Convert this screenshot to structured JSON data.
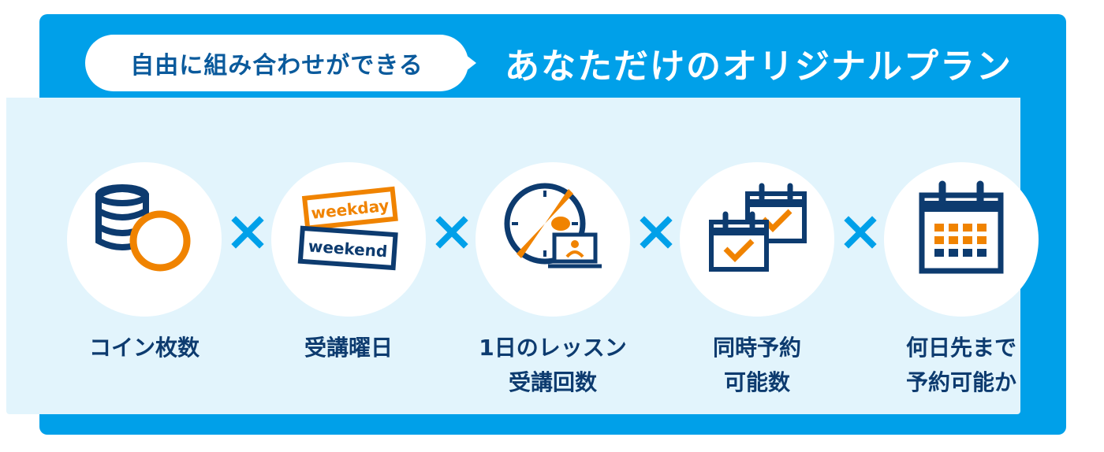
{
  "header": {
    "tag": "自由に組み合わせができる",
    "title": "あなただけのオリジナルプラン"
  },
  "colors": {
    "frame": "#00a0e9",
    "panel": "#e2f4fc",
    "navy": "#0d3b6f",
    "orange": "#f08300"
  },
  "items": [
    {
      "icon": "coins-icon",
      "lines": [
        "コイン枚数"
      ]
    },
    {
      "icon": "weekday-weekend-icon",
      "lines": [
        "受講曜日"
      ],
      "tickets": [
        "weekday",
        "weekend"
      ]
    },
    {
      "icon": "clock-lesson-icon",
      "lines": [
        "1日のレッスン",
        "受講回数"
      ]
    },
    {
      "icon": "calendar-check-icon",
      "lines": [
        "同時予約",
        "可能数"
      ]
    },
    {
      "icon": "calendar-grid-icon",
      "lines": [
        "何日先まで",
        "予約可能か"
      ]
    }
  ]
}
